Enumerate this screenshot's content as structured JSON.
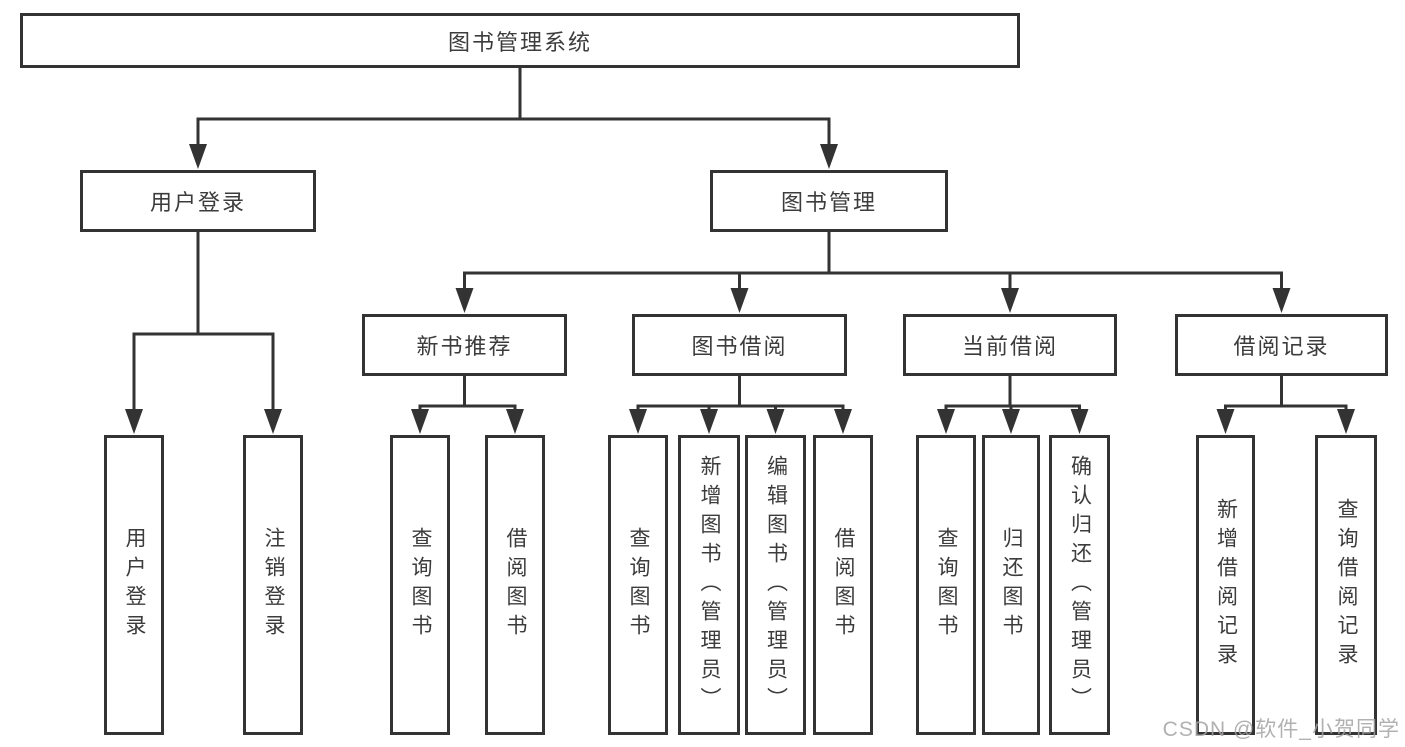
{
  "diagram": {
    "title": "图书管理系统",
    "line_color": "#333333",
    "nodes": [
      {
        "id": "root",
        "label": "图书管理系统"
      },
      {
        "id": "user-login",
        "label": "用户登录"
      },
      {
        "id": "book-mgmt",
        "label": "图书管理"
      },
      {
        "id": "new-rec",
        "label": "新书推荐"
      },
      {
        "id": "book-borrow",
        "label": "图书借阅"
      },
      {
        "id": "current-borrow",
        "label": "当前借阅"
      },
      {
        "id": "borrow-records",
        "label": "借阅记录"
      },
      {
        "id": "ul-login",
        "label": "用户登录"
      },
      {
        "id": "ul-logout",
        "label": "注销登录"
      },
      {
        "id": "nr-query",
        "label": "查询图书"
      },
      {
        "id": "nr-borrow",
        "label": "借阅图书"
      },
      {
        "id": "bb-query",
        "label": "查询图书"
      },
      {
        "id": "bb-add",
        "label": "新增图书（管理员）"
      },
      {
        "id": "bb-edit",
        "label": "编辑图书（管理员）"
      },
      {
        "id": "bb-borrow",
        "label": "借阅图书"
      },
      {
        "id": "cb-query",
        "label": "查询图书"
      },
      {
        "id": "cb-return",
        "label": "归还图书"
      },
      {
        "id": "cb-confirm",
        "label": "确认归还（管理员）"
      },
      {
        "id": "br-add",
        "label": "新增借阅记录"
      },
      {
        "id": "br-query",
        "label": "查询借阅记录"
      }
    ],
    "edges": [
      {
        "from": "root",
        "to": [
          "user-login",
          "book-mgmt"
        ]
      },
      {
        "from": "user-login",
        "to": [
          "ul-login",
          "ul-logout"
        ]
      },
      {
        "from": "book-mgmt",
        "to": [
          "new-rec",
          "book-borrow",
          "current-borrow",
          "borrow-records"
        ]
      },
      {
        "from": "new-rec",
        "to": [
          "nr-query",
          "nr-borrow"
        ]
      },
      {
        "from": "book-borrow",
        "to": [
          "bb-query",
          "bb-add",
          "bb-edit",
          "bb-borrow"
        ]
      },
      {
        "from": "current-borrow",
        "to": [
          "cb-query",
          "cb-return",
          "cb-confirm"
        ]
      },
      {
        "from": "borrow-records",
        "to": [
          "br-add",
          "br-query"
        ]
      }
    ]
  },
  "watermark": {
    "text": "CSDN @软件_小贺同学",
    "color": "#a5a2a2"
  }
}
